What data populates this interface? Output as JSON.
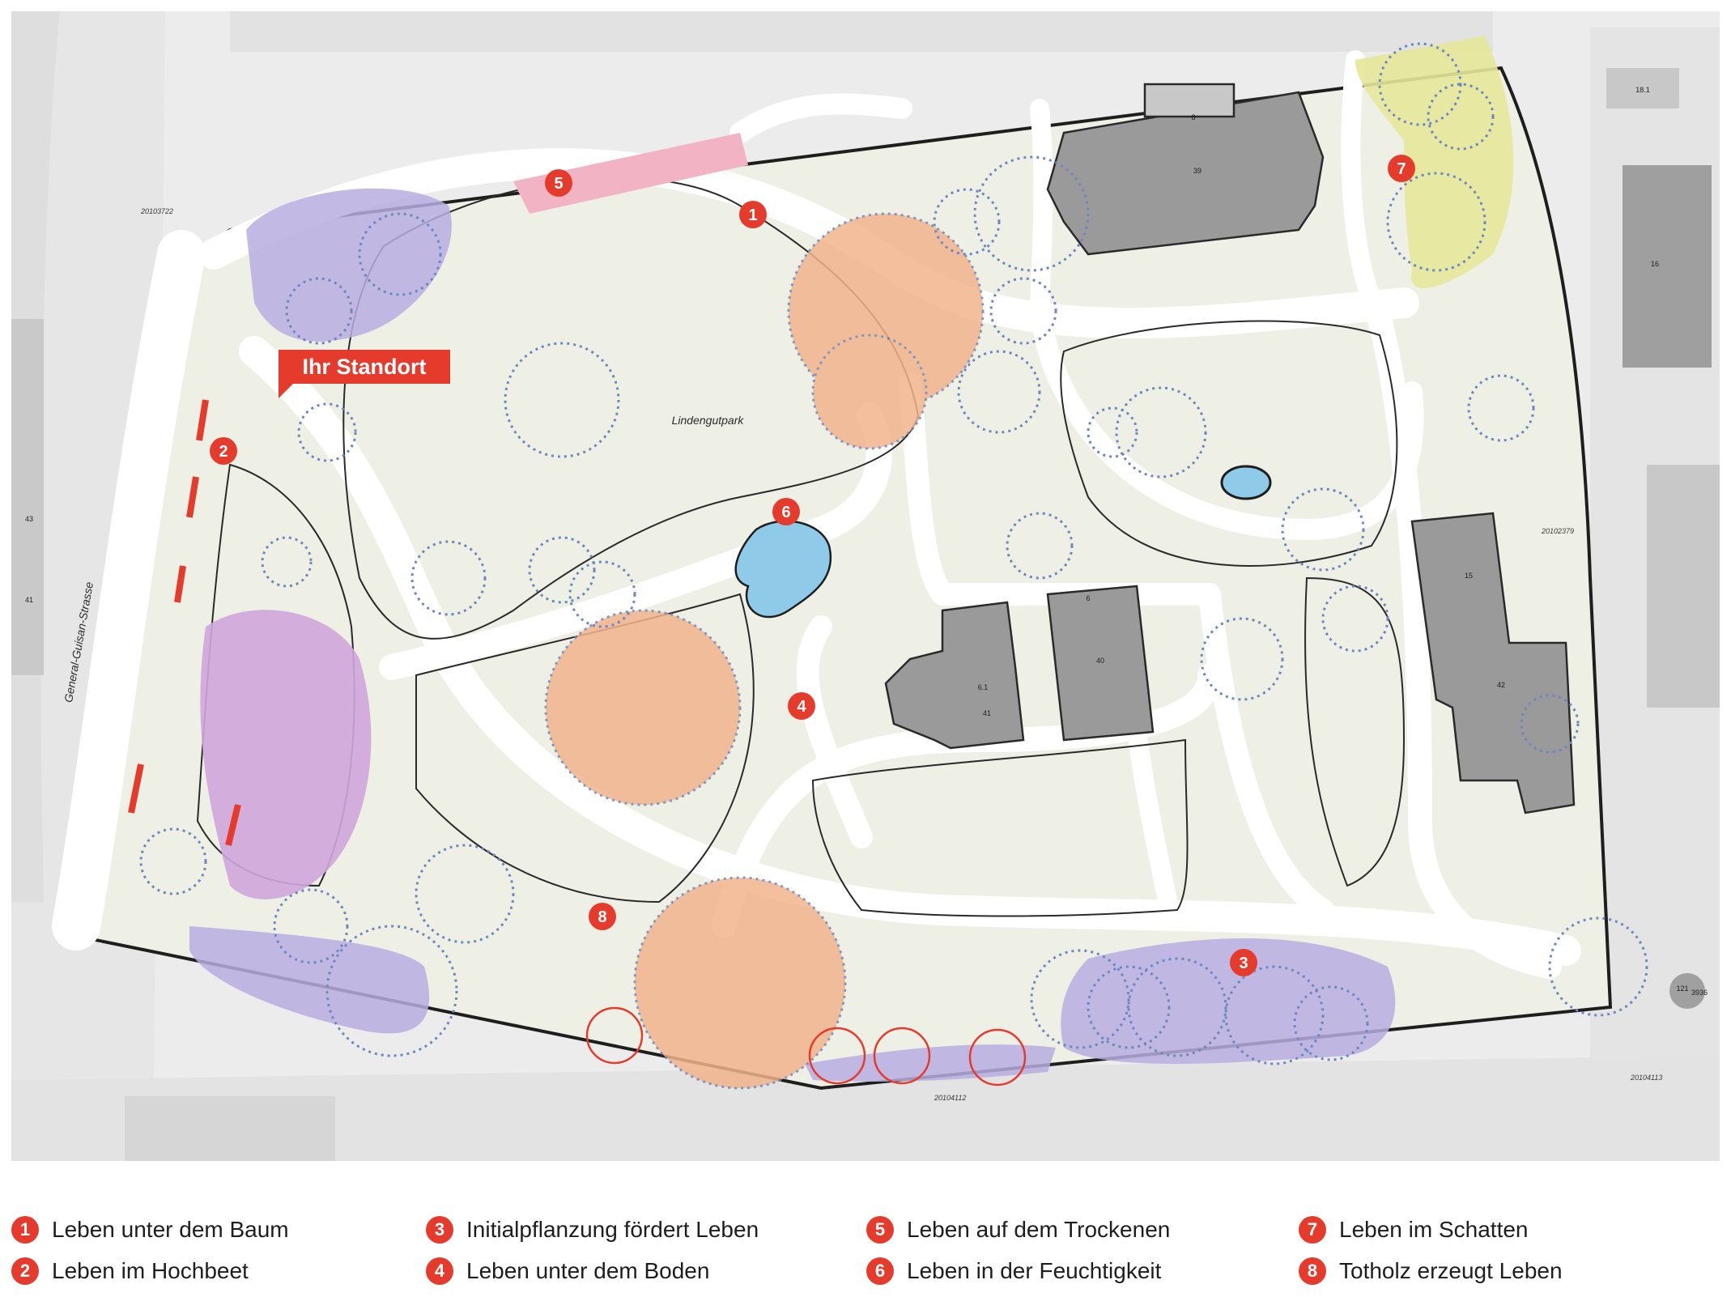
{
  "map": {
    "park_name": "Lindengutpark",
    "street_name": "General-Guisan-Strasse",
    "you_are_here": "Ihr Standort",
    "parcel_ids": [
      "20103722",
      "20102379",
      "20104112",
      "20104113"
    ],
    "building_numbers": [
      "8",
      "39",
      "16",
      "15",
      "42",
      "6",
      "40",
      "6.1",
      "41",
      "43",
      "41",
      "121",
      "18.1",
      "3936"
    ],
    "markers": [
      "1",
      "2",
      "3",
      "4",
      "5",
      "6",
      "7",
      "8"
    ]
  },
  "legend": [
    {
      "number": "1",
      "label": "Leben unter dem Baum"
    },
    {
      "number": "2",
      "label": "Leben im Hochbeet"
    },
    {
      "number": "3",
      "label": "Initialpflanzung fördert Leben"
    },
    {
      "number": "4",
      "label": "Leben unter dem Boden"
    },
    {
      "number": "5",
      "label": "Leben auf dem Trockenen"
    },
    {
      "number": "6",
      "label": "Leben in der Feuchtigkeit"
    },
    {
      "number": "7",
      "label": "Leben im Schatten"
    },
    {
      "number": "8",
      "label": "Totholz erzeugt Leben"
    }
  ],
  "colors": {
    "marker": "#e53b2c",
    "tree_canopy_orange": "#f2b48c",
    "planting_purple": "#b7aee0",
    "raised_bed_violet": "#cfa6dc",
    "dry_zone_pink": "#f2b4c4",
    "shade_zone_yellow": "#e6e89a",
    "pond_blue": "#8fcbe8",
    "building_gray": "#9a9a9a",
    "lawn": "#eef0e6",
    "path": "#ffffff"
  }
}
